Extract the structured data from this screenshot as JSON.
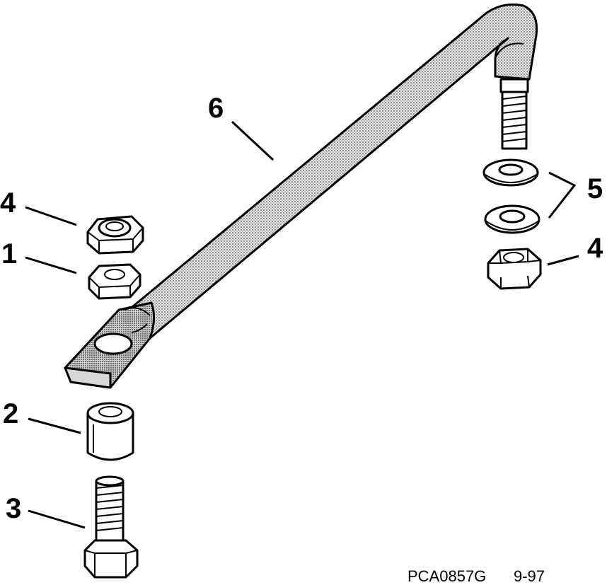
{
  "callouts": {
    "c6": "6",
    "c4_left": "4",
    "c1": "1",
    "c2": "2",
    "c3": "3",
    "c5": "5",
    "c4_right": "4"
  },
  "caption": {
    "code": "PCA0857G",
    "date": "9-97"
  },
  "colors": {
    "ink": "#000000",
    "stipple": "#b8b8b8",
    "paper": "#ffffff"
  }
}
